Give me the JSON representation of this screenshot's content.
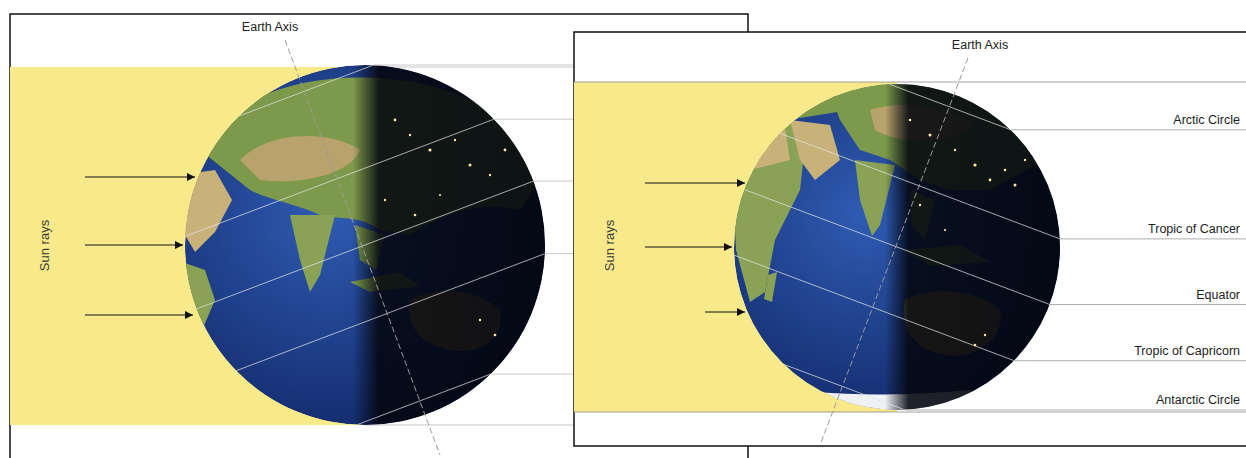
{
  "diagram": {
    "labels": [
      "Earth Axis",
      "Sun rays",
      "Earth Axis",
      "Sun rays",
      "Arctic Circle",
      "Tropic of Cancer",
      "Equator",
      "Tropic of Capricorn",
      "Antarctic Circle"
    ]
  }
}
